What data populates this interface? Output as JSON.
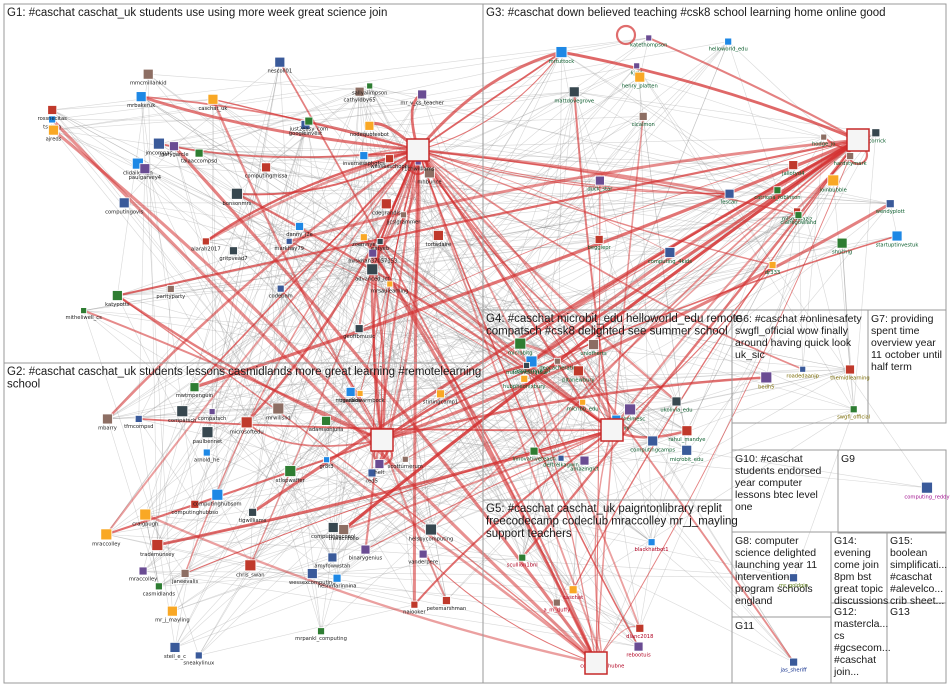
{
  "groups": [
    {
      "id": "g1",
      "title_lines": [
        "G1: #caschat caschat_uk students use using more week great science join"
      ]
    },
    {
      "id": "g2",
      "title_lines": [
        "G2: #caschat caschat_uk students lessons casmidlands more great learning #remotelearning",
        "school"
      ]
    },
    {
      "id": "g3",
      "title_lines": [
        "G3: #caschat down believed teaching #csk8 school learning home online good"
      ]
    },
    {
      "id": "g4",
      "title_lines": [
        "G4: #caschat microbit_edu helloworld_edu remote",
        "compatsch #csk8 delighted see summer school"
      ]
    },
    {
      "id": "g5",
      "title_lines": [
        "G5: #caschat caschat_uk paigntonlibrary replit",
        "freecodecamp codeclub mraccolley mr_j_mayling",
        "support teachers"
      ]
    },
    {
      "id": "g6",
      "title_lines": [
        "G6: #caschat #onlinesafety",
        "swgfl_official wow finally",
        "around having quick look",
        "uk_sic"
      ]
    },
    {
      "id": "g7",
      "title_lines": [
        "G7: providing",
        "spent time",
        "overview year",
        "11 october until",
        "half term"
      ]
    },
    {
      "id": "g8",
      "title_lines": [
        "G8: computer",
        "science delighted",
        "launching year 11",
        "intervention",
        "program schools",
        "england"
      ]
    },
    {
      "id": "g9",
      "title_lines": [
        "G9"
      ]
    },
    {
      "id": "g10",
      "title_lines": [
        "G10: #caschat",
        "students endorsed",
        "year computer",
        "lessons btec level",
        "one"
      ]
    },
    {
      "id": "g11",
      "title_lines": [
        "G11"
      ]
    },
    {
      "id": "g12",
      "title_lines": [
        "G12:",
        "mastercla...",
        "cs",
        "#gcsecom...",
        "#caschat",
        "join..."
      ]
    },
    {
      "id": "g13",
      "title_lines": [
        "G13"
      ]
    },
    {
      "id": "g14",
      "title_lines": [
        "G14:",
        "evening",
        "come join",
        "8pm bst",
        "great topic",
        "discussions"
      ]
    },
    {
      "id": "g15",
      "title_lines": [
        "G15:",
        "boolean",
        "simplificati...",
        "#caschat",
        "#alevelco...",
        "crib sheet..."
      ]
    }
  ],
  "vertices": {
    "g1": [
      "googleinvest",
      "tortadaire",
      "katypotts",
      "mrskhan37057153",
      "cathyldby65",
      "mrbakeruk",
      "mrsaulearning",
      "gritpvead7",
      "jmcompac",
      "wessexschools",
      "sallyalimpson",
      "jgarygarcle",
      "mhbunce",
      "clidaileman",
      "nodequotesbot",
      "eatyeb",
      "nescoll01",
      "alarah2017",
      "taiaaccompsd",
      "r1chwilliams",
      "mmcmillankid",
      "tsultan",
      "caschat_uk",
      "bonsonmrs",
      "markhay79",
      "computingmissa",
      "just2easy_com",
      "mr_v_cs_teacher",
      "jjcslgrammer",
      "danny_j2e",
      "zoemnye",
      "geoffbmusic",
      "computingovis",
      "cdegrandis",
      "mitheliwell_cs",
      "paulgarvey4",
      "parityparty",
      "invernessphgfcs",
      "ajreds",
      "advanced_ict",
      "codebom",
      "rossnecitas"
    ],
    "g2": [
      "wessexcomputing",
      "chris_swan",
      "adamsonjulia",
      "mraccolley",
      "janeevalis",
      "arnold_he",
      "mraccolley",
      "computingschool",
      "red5",
      "microsoftedu",
      "mwtmpenguin",
      "compatsch",
      "mbarry",
      "nesnmarinnina",
      "craigpugh",
      "compatsch",
      "sneakylinux",
      "trademunsey",
      "casmidlands",
      "helt",
      "thelachfolio",
      "gr8t3",
      "mnawbowarmbock",
      "tigwilliams",
      "amyfowwstah",
      "computinghubbso",
      "stlopwaffer",
      "vanderpere",
      "scotturnerum",
      "computinghubsom",
      "stirlingcomp1",
      "paulbennet",
      "steil_e_c",
      "petemarshman",
      "mrpankl_computing",
      "binarygenius",
      "mrwillslid",
      "cgeralde",
      "mr_j_mayling",
      "helsbycomputing",
      "tfmcompsd",
      "naiooker"
    ],
    "g3": [
      "computing_4kids",
      "mlsomaaziz",
      "shuchig",
      "kjsld",
      "clcalmon",
      "helloworld_edu",
      "dr333",
      "mattdovegrove",
      "lescarr",
      "beggiepr",
      "catriona_robinson",
      "duck_star",
      "hodge_jo",
      "startuptinvestuk",
      "henry_platten",
      "kcorrick",
      "wendyplott",
      "jallotyd4",
      "clairegowland",
      "katethompson",
      "hardstymark",
      "mrtuttock",
      "joinbubble"
    ],
    "g4": [
      "computingcamps",
      "rahul_mandye",
      "innovatiiveteach",
      "rachelmesc",
      "uniofherts",
      "raspberrypi_pi",
      "micribb_edu",
      "ukolivia_edu",
      "microbit_edu",
      "pitanewbury",
      "microbitg",
      "amazingict",
      "geocacheratir",
      "lingledavy",
      "hubpheonixbury",
      "mackintoshjulia",
      "dertrelkagwin"
    ],
    "g5": [
      "computinghubne",
      "dlanc2018",
      "scullion1bnl",
      "rebootuis",
      "a_m_duffy",
      "blackhatbot1",
      "caschat"
    ],
    "g6": [
      "roadedaanjp",
      "themidlearning",
      "swgfl_official",
      "bedh5"
    ],
    "g9": [
      "computing_reddy"
    ],
    "g8": [
      "mr_goldgin"
    ],
    "g11": [
      "jas_sheriff"
    ]
  }
}
